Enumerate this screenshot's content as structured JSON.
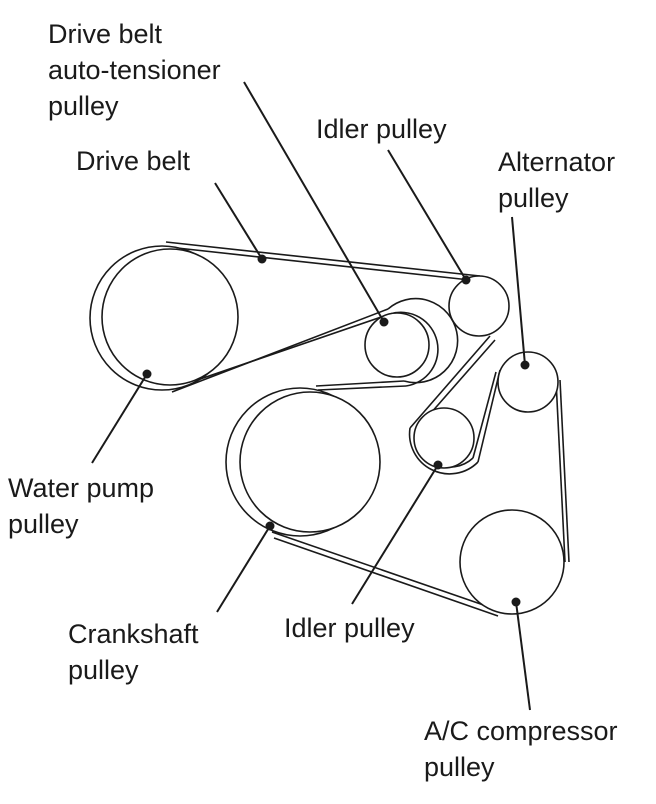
{
  "colors": {
    "line": "#1a1a1a",
    "background": "#ffffff"
  },
  "labels": {
    "auto_tensioner": [
      "Drive belt",
      "auto-tensioner",
      "pulley"
    ],
    "idler_top": [
      "Idler pulley"
    ],
    "drive_belt": [
      "Drive belt"
    ],
    "alternator": [
      "Alternator",
      "pulley"
    ],
    "water_pump": [
      "Water pump",
      "pulley"
    ],
    "crankshaft": [
      "Crankshaft",
      "pulley"
    ],
    "idler_bottom": [
      "Idler pulley"
    ],
    "ac_compressor": [
      "A/C compressor",
      "pulley"
    ]
  }
}
